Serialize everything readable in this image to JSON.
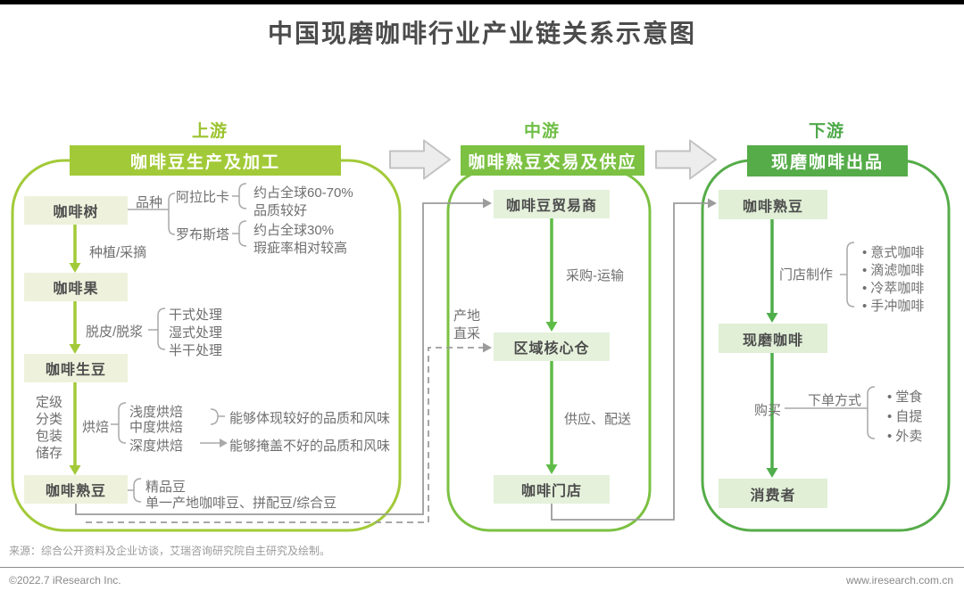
{
  "page": {
    "title": "中国现磨咖啡行业产业链关系示意图",
    "source_note": "来源：综合公开资料及企业访谈，艾瑞咨询研究院自主研究及绘制。",
    "copyright": "©2022.7 iResearch Inc.",
    "website": "www.iresearch.com.cn"
  },
  "colors": {
    "upstream_green": "#a2ca38",
    "midstream_green": "#7cc142",
    "downstream_green": "#55ac48",
    "node_fill_upstream": "#eef2dc",
    "node_fill_midstream": "#e5f1db",
    "node_fill_downstream": "#e0efd6",
    "connector_gray": "#9c9c9c",
    "text_dark": "#4d4d4d",
    "text_gray": "#6f6f6f"
  },
  "upstream": {
    "label": "上游",
    "header": "咖啡豆生产及加工",
    "nodes": {
      "tree": "咖啡树",
      "cherry": "咖啡果",
      "green_bean": "咖啡生豆",
      "roasted_bean": "咖啡熟豆"
    },
    "edges": {
      "variety": "品种",
      "plant": "种植/采摘",
      "pulp": "脱皮/脱浆",
      "roast": "烘焙"
    },
    "grade_steps": [
      "定级",
      "分类",
      "包装",
      "储存"
    ],
    "varieties": [
      {
        "name": "阿拉比卡",
        "notes": [
          "约占全球60-70%",
          "品质较好"
        ]
      },
      {
        "name": "罗布斯塔",
        "notes": [
          "约占全球30%",
          "瑕疵率相对较高"
        ]
      }
    ],
    "processing_methods": [
      "干式处理",
      "湿式处理",
      "半干处理"
    ],
    "roast_levels": [
      "浅度烘焙",
      "中度烘焙",
      "深度烘焙"
    ],
    "roast_notes": [
      "能够体现较好的品质和风味",
      "能够掩盖不好的品质和风味"
    ],
    "bean_products": [
      "精品豆",
      "单一产地咖啡豆、拼配豆/综合豆"
    ]
  },
  "midstream": {
    "label": "中游",
    "header": "咖啡熟豆交易及供应",
    "nodes": {
      "trader": "咖啡豆贸易商",
      "warehouse": "区域核心仓",
      "shop": "咖啡门店"
    },
    "edges": {
      "purchase": "采购-运输",
      "supply": "供应、配送"
    },
    "direct_sourcing": [
      "产地",
      "直采"
    ]
  },
  "downstream": {
    "label": "下游",
    "header": "现磨咖啡出品",
    "nodes": {
      "roasted_bean": "咖啡熟豆",
      "fresh_coffee": "现磨咖啡",
      "consumer": "消费者"
    },
    "edges": {
      "make": "门店制作",
      "buy": "购买",
      "order": "下单方式"
    },
    "coffee_types": [
      "意式咖啡",
      "滴滤咖啡",
      "冷萃咖啡",
      "手冲咖啡"
    ],
    "order_types": [
      "堂食",
      "自提",
      "外卖"
    ]
  }
}
